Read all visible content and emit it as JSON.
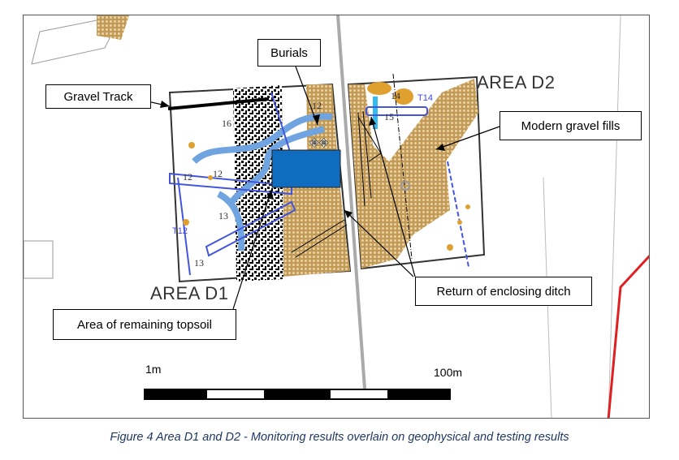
{
  "figure": {
    "callouts": {
      "gravel_track": "Gravel Track",
      "burials": "Burials",
      "modern_gravel_fills": "Modern gravel fills",
      "return_of_enclosing_ditch": "Return of enclosing ditch",
      "area_of_remaining_topsoil": "Area of remaining topsoil"
    },
    "areas": {
      "d1": "AREA D1",
      "d2": "AREA D2"
    },
    "map_labels": {
      "d1": [
        "16",
        "12",
        "12",
        "12",
        "13",
        "12",
        "13"
      ],
      "d1_trench": "T12",
      "d2": [
        "14",
        "15"
      ],
      "d2_trench": "T14"
    },
    "scale_bar": {
      "start": "1m",
      "end": "100m"
    }
  },
  "caption": "Figure 4 Area D1 and D2 - Monitoring results overlain on geophysical and testing results",
  "colors": {
    "gravel": "#c8a25a",
    "burials_box": "#0f6cbf",
    "linear": "#4455dd",
    "ditch_light": "#6fa4e0",
    "caption": "#1f3864"
  }
}
